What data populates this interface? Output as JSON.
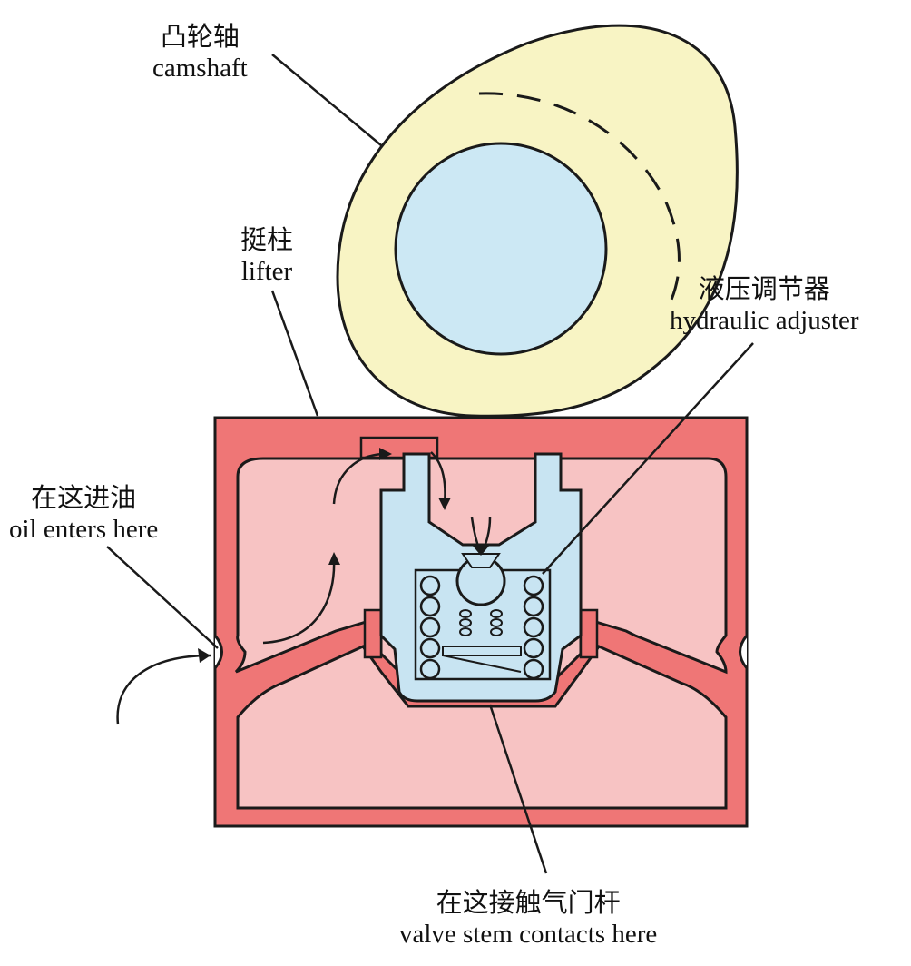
{
  "labels": {
    "camshaft": {
      "zh": "凸轮轴",
      "en": "camshaft"
    },
    "lifter": {
      "zh": "挺柱",
      "en": "lifter"
    },
    "adjuster": {
      "zh": "液压调节器",
      "en": "hydraulic adjuster"
    },
    "oil": {
      "zh": "在这进油",
      "en": "oil enters here"
    },
    "valve": {
      "zh": "在这接触气门杆",
      "en": "valve stem contacts here"
    }
  },
  "colors": {
    "cam_fill": "#f8f4c4",
    "journal_fill": "#cce8f4",
    "lifter_wall": "#ef7676",
    "lifter_inner": "#f7c3c3",
    "adjuster_fill": "#c8e4f2",
    "outline": "#1a1a1a"
  }
}
